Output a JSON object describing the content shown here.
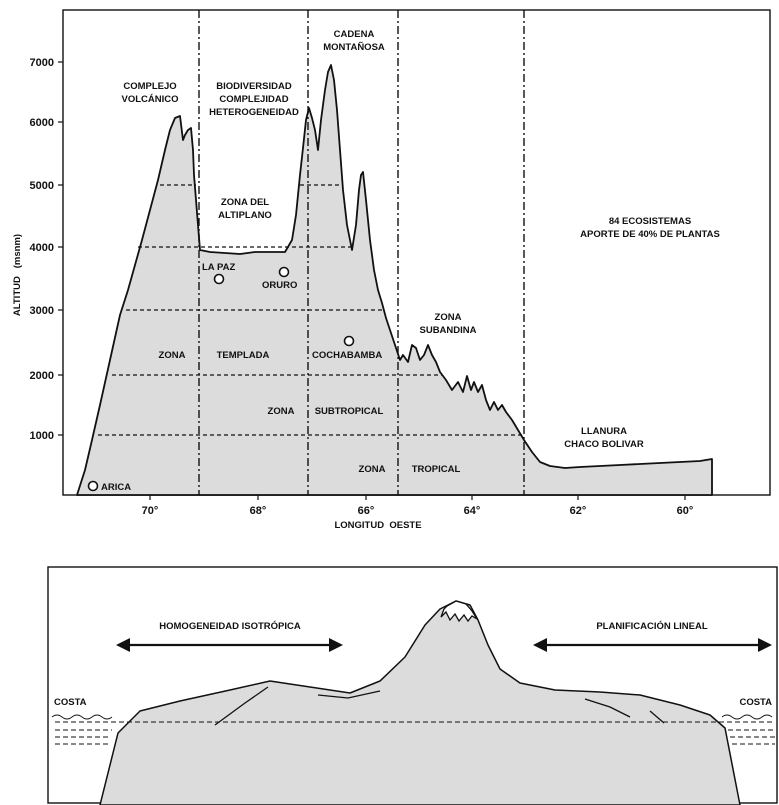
{
  "top_profile": {
    "y_axis_label": "ALTITUD   (msnm)",
    "x_axis_label": "LONGITUD  OESTE",
    "y_ticks": [
      "1000",
      "2000",
      "3000",
      "4000",
      "5000",
      "6000",
      "7000"
    ],
    "x_ticks": [
      "70°",
      "68°",
      "66°",
      "64°",
      "62°",
      "60°"
    ],
    "regions": {
      "volcanic_1": "COMPLEJO",
      "volcanic_2": "VOLCÁNICO",
      "bio_1": "BIODIVERSIDAD",
      "bio_2": "COMPLEJIDAD",
      "bio_3": "HETEROGENEIDAD",
      "range_1": "CADENA",
      "range_2": "MONTAÑOSA",
      "altiplano_1": "ZONA DEL",
      "altiplano_2": "ALTIPLANO",
      "eco_1": "84 ECOSISTEMAS",
      "eco_2": "APORTE DE 40% DE PLANTAS",
      "subandina_1": "ZONA",
      "subandina_2": "SUBANDINA",
      "llanura_1": "LLANURA",
      "llanura_2": "CHACO BOLIVAR"
    },
    "zones": {
      "templada_a": "ZONA",
      "templada_b": "TEMPLADA",
      "subtropical_a": "ZONA",
      "subtropical_b": "SUBTROPICAL",
      "tropical_a": "ZONA",
      "tropical_b": "TROPICAL"
    },
    "cities": {
      "la_paz": "LA PAZ",
      "oruro": "ORURO",
      "cochabamba": "COCHABAMBA",
      "arica": "ARICA"
    }
  },
  "bottom_profile": {
    "left_arrow_label": "HOMOGENEIDAD ISOTRÓPICA",
    "right_arrow_label": "PLANIFICACIÓN LINEAL",
    "coast_left": "COSTA",
    "coast_right": "COSTA"
  },
  "colors": {
    "terrain_fill": "#dcdcdc",
    "line": "#111111",
    "background": "#ffffff"
  }
}
